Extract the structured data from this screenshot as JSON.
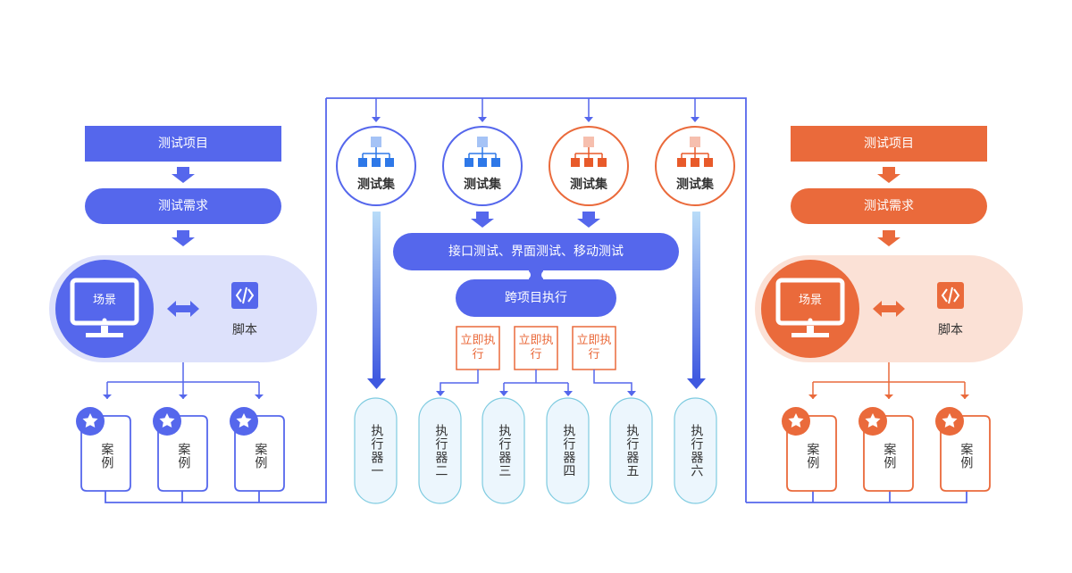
{
  "colors": {
    "blue": "#5567ec",
    "light_blue": "#dde1fb",
    "orange": "#ea6a3b",
    "light_orange": "#fbe1d6",
    "executor_fill": "#ecf6fd",
    "executor_stroke": "#7ecbe0"
  },
  "left": {
    "project": "测试项目",
    "requirement": "测试需求",
    "scene": "场景",
    "script": "脚本",
    "cases": [
      "案例",
      "案例",
      "案例"
    ]
  },
  "right": {
    "project": "测试项目",
    "requirement": "测试需求",
    "scene": "场景",
    "script": "脚本",
    "cases": [
      "案例",
      "案例",
      "案例"
    ]
  },
  "center": {
    "test_sets": [
      "测试集",
      "测试集",
      "测试集",
      "测试集"
    ],
    "test_types": "接口测试、界面测试、移动测试",
    "cross_project": "跨项目执行",
    "immediate": [
      "立即执行",
      "立即执行",
      "立即执行"
    ],
    "executors": [
      "执行器一",
      "执行器二",
      "执行器三",
      "执行器四",
      "执行器五",
      "执行器六"
    ]
  },
  "icons": [
    "monitor-icon",
    "code-icon",
    "star-icon",
    "hierarchy-icon",
    "double-arrow-icon"
  ]
}
